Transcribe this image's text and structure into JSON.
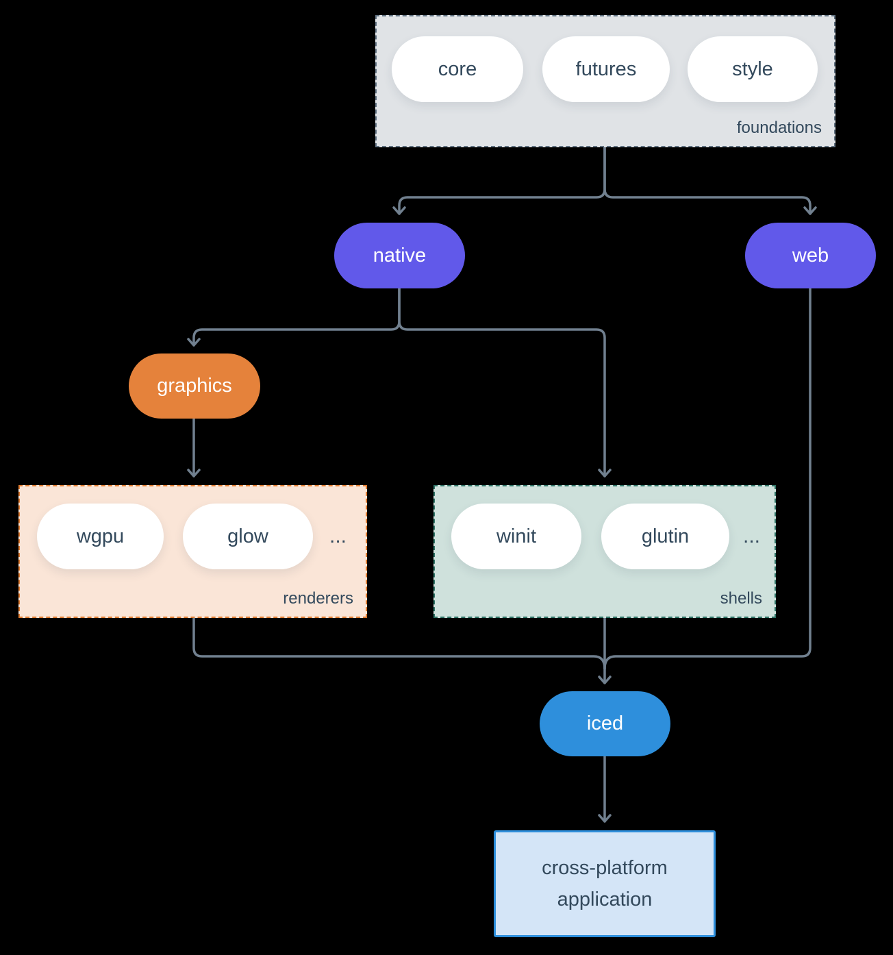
{
  "colors": {
    "background": "#000000",
    "connector": "#71808f",
    "text_dark": "#33495c",
    "node_purple": "#6159ea",
    "node_orange": "#e5823b",
    "node_blue": "#2e8fdc",
    "pill_white": "#ffffff",
    "foundations_fill": "#e0e3e6",
    "foundations_border": "#5f7080",
    "renderers_fill": "#fae5d7",
    "renderers_border": "#de7b31",
    "shells_fill": "#cfe1dc",
    "shells_border": "#2e7265",
    "application_fill": "#d4e5f7",
    "application_border": "#2e8fdc"
  },
  "groups": {
    "foundations": {
      "label": "foundations",
      "items": [
        "core",
        "futures",
        "style"
      ]
    },
    "renderers": {
      "label": "renderers",
      "items": [
        "wgpu",
        "glow"
      ],
      "ellipsis": "..."
    },
    "shells": {
      "label": "shells",
      "items": [
        "winit",
        "glutin"
      ],
      "ellipsis": "..."
    }
  },
  "nodes": {
    "native": "native",
    "web": "web",
    "graphics": "graphics",
    "iced": "iced",
    "application": "cross-platform application"
  }
}
